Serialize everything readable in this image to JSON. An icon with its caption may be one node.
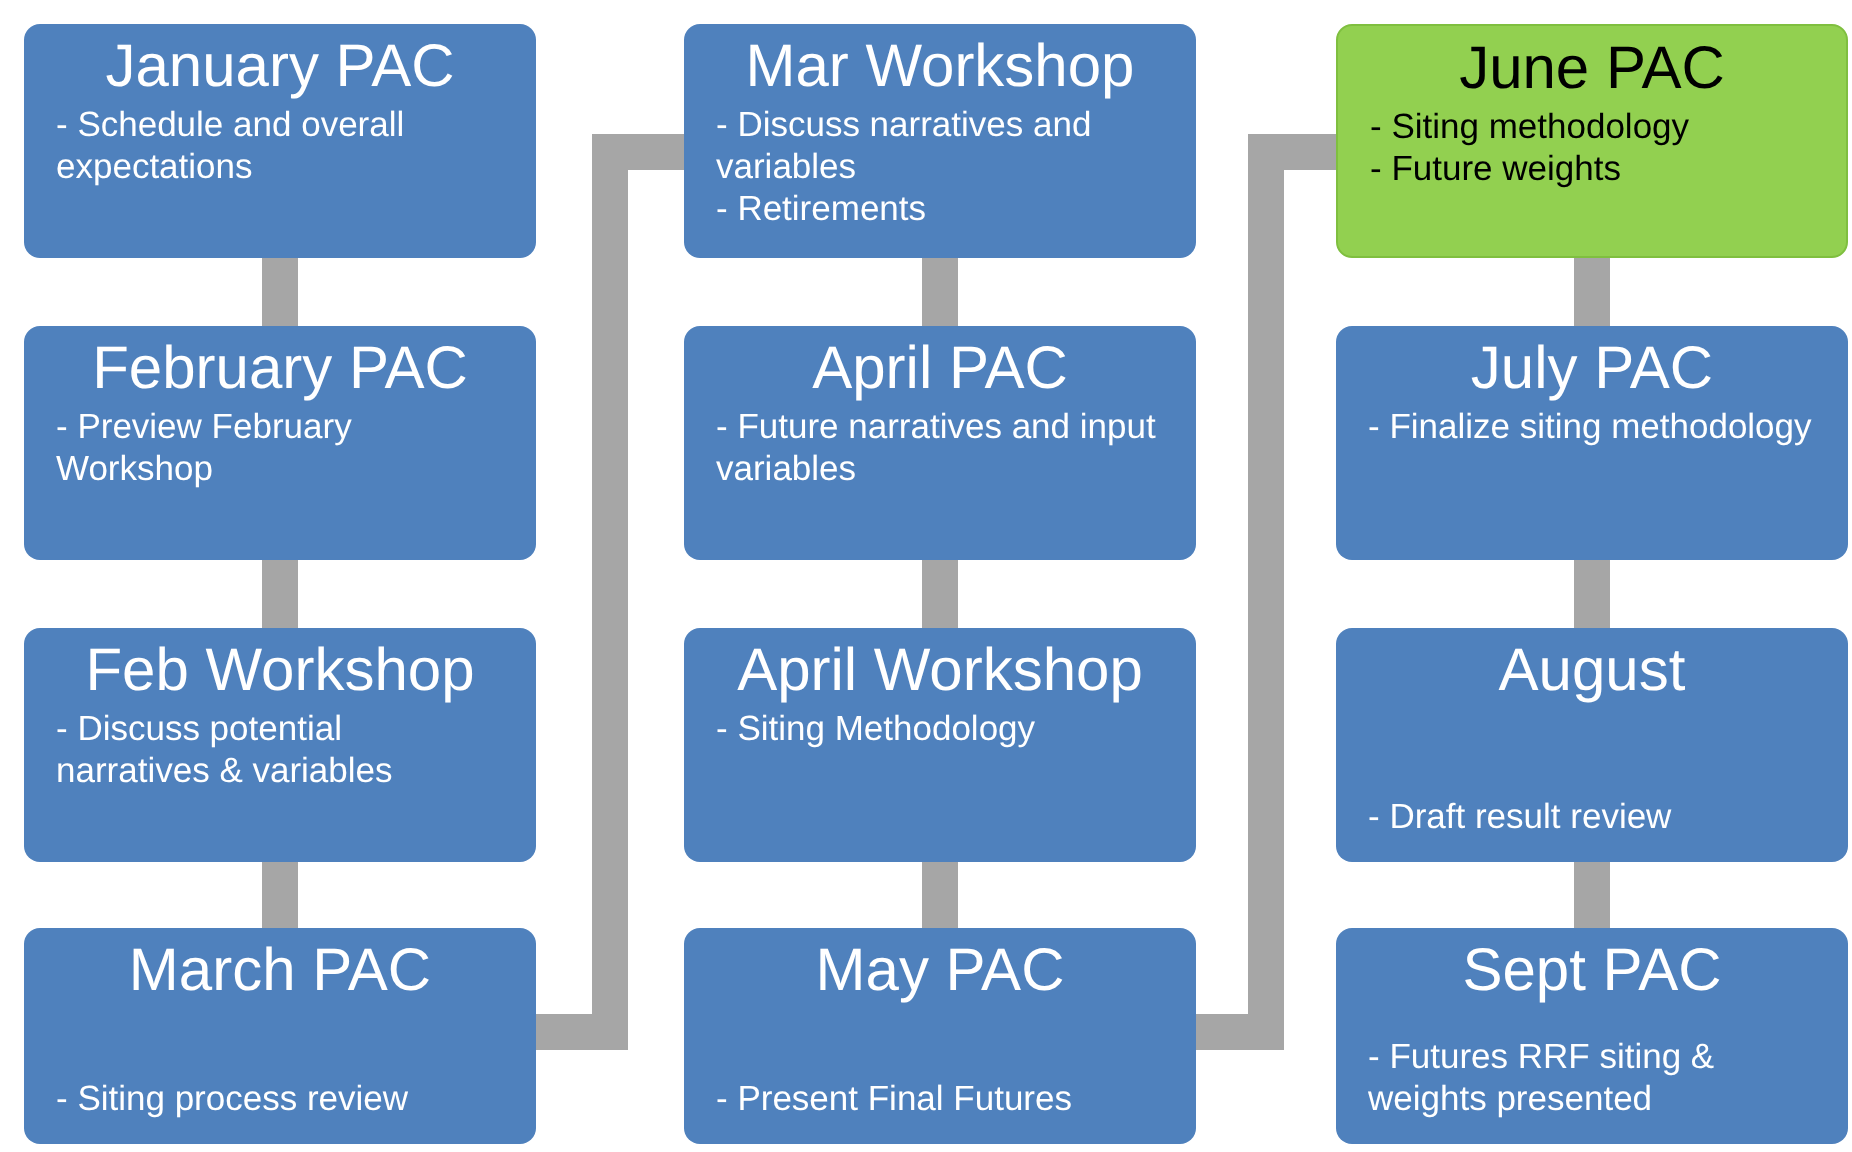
{
  "diagram": {
    "nodes": [
      {
        "text": [
          "January PAC",
          "- Schedule and overall expectations"
        ]
      },
      {
        "text": [
          "February PAC",
          "- Preview February Workshop"
        ]
      },
      {
        "text": [
          "Feb Workshop",
          "- Discuss potential narratives & variables"
        ]
      },
      {
        "text": [
          "March PAC",
          "- Siting process review"
        ]
      },
      {
        "text": [
          "Mar Workshop",
          "- Discuss narratives and variables",
          "- Retirements"
        ]
      },
      {
        "text": [
          "April PAC",
          "- Future narratives and input variables"
        ]
      },
      {
        "text": [
          "April Workshop",
          "- Siting Methodology"
        ]
      },
      {
        "text": [
          "May PAC",
          "- Present Final Futures"
        ]
      },
      {
        "text": [
          "June PAC",
          "- Siting methodology",
          "- Future weights"
        ]
      },
      {
        "text": [
          "July PAC",
          "- Finalize siting methodology"
        ]
      },
      {
        "text": [
          "August",
          "- Draft result review"
        ]
      },
      {
        "text": [
          "Sept PAC",
          "- Futures RRF siting & weights presented"
        ]
      }
    ],
    "edges": [
      {
        "from": 0,
        "to": 1,
        "arrow": "none"
      },
      {
        "from": 1,
        "to": 2,
        "arrow": "none"
      },
      {
        "from": 2,
        "to": 3,
        "arrow": "none"
      },
      {
        "from": 3,
        "to": 4,
        "arrow": "none"
      },
      {
        "from": 4,
        "to": 5,
        "arrow": "none"
      },
      {
        "from": 5,
        "to": 6,
        "arrow": "none"
      },
      {
        "from": 6,
        "to": 7,
        "arrow": "none"
      },
      {
        "from": 7,
        "to": 8,
        "arrow": "none"
      },
      {
        "from": 8,
        "to": 9,
        "arrow": "none"
      },
      {
        "from": 9,
        "to": 10,
        "arrow": "none"
      },
      {
        "from": 10,
        "to": 11,
        "arrow": "none"
      }
    ]
  }
}
